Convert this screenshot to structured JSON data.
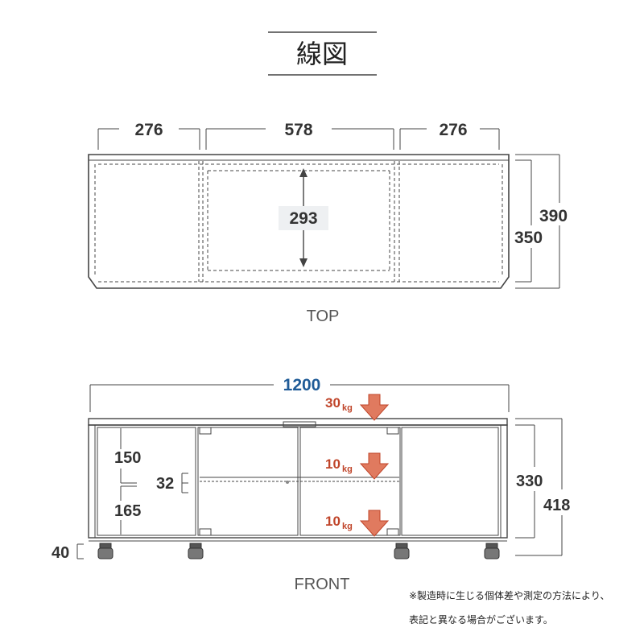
{
  "title": "線図",
  "top_view": {
    "label": "TOP",
    "dims": {
      "left_width": "276",
      "center_width": "578",
      "right_width": "276",
      "depth_outer": "390",
      "depth_inner": "350",
      "center_depth": "293"
    }
  },
  "front_view": {
    "label": "FRONT",
    "dims": {
      "total_width": "1200",
      "upper_height": "150",
      "lower_height": "165",
      "shelf_gap": "32",
      "inner_height": "330",
      "total_height": "418",
      "caster_height": "40"
    },
    "loads": [
      {
        "value": "30",
        "unit": "kg"
      },
      {
        "value": "10",
        "unit": "kg"
      },
      {
        "value": "10",
        "unit": "kg"
      }
    ]
  },
  "note": {
    "line1": "※製造時に生じる個体差や測定の方法により、",
    "line2": "表記と異なる場合がございます。"
  },
  "colors": {
    "line": "#444444",
    "accent_blue": "#1f5b97",
    "load_red": "#c0452a",
    "arrow_fill": "#e07a5f"
  }
}
